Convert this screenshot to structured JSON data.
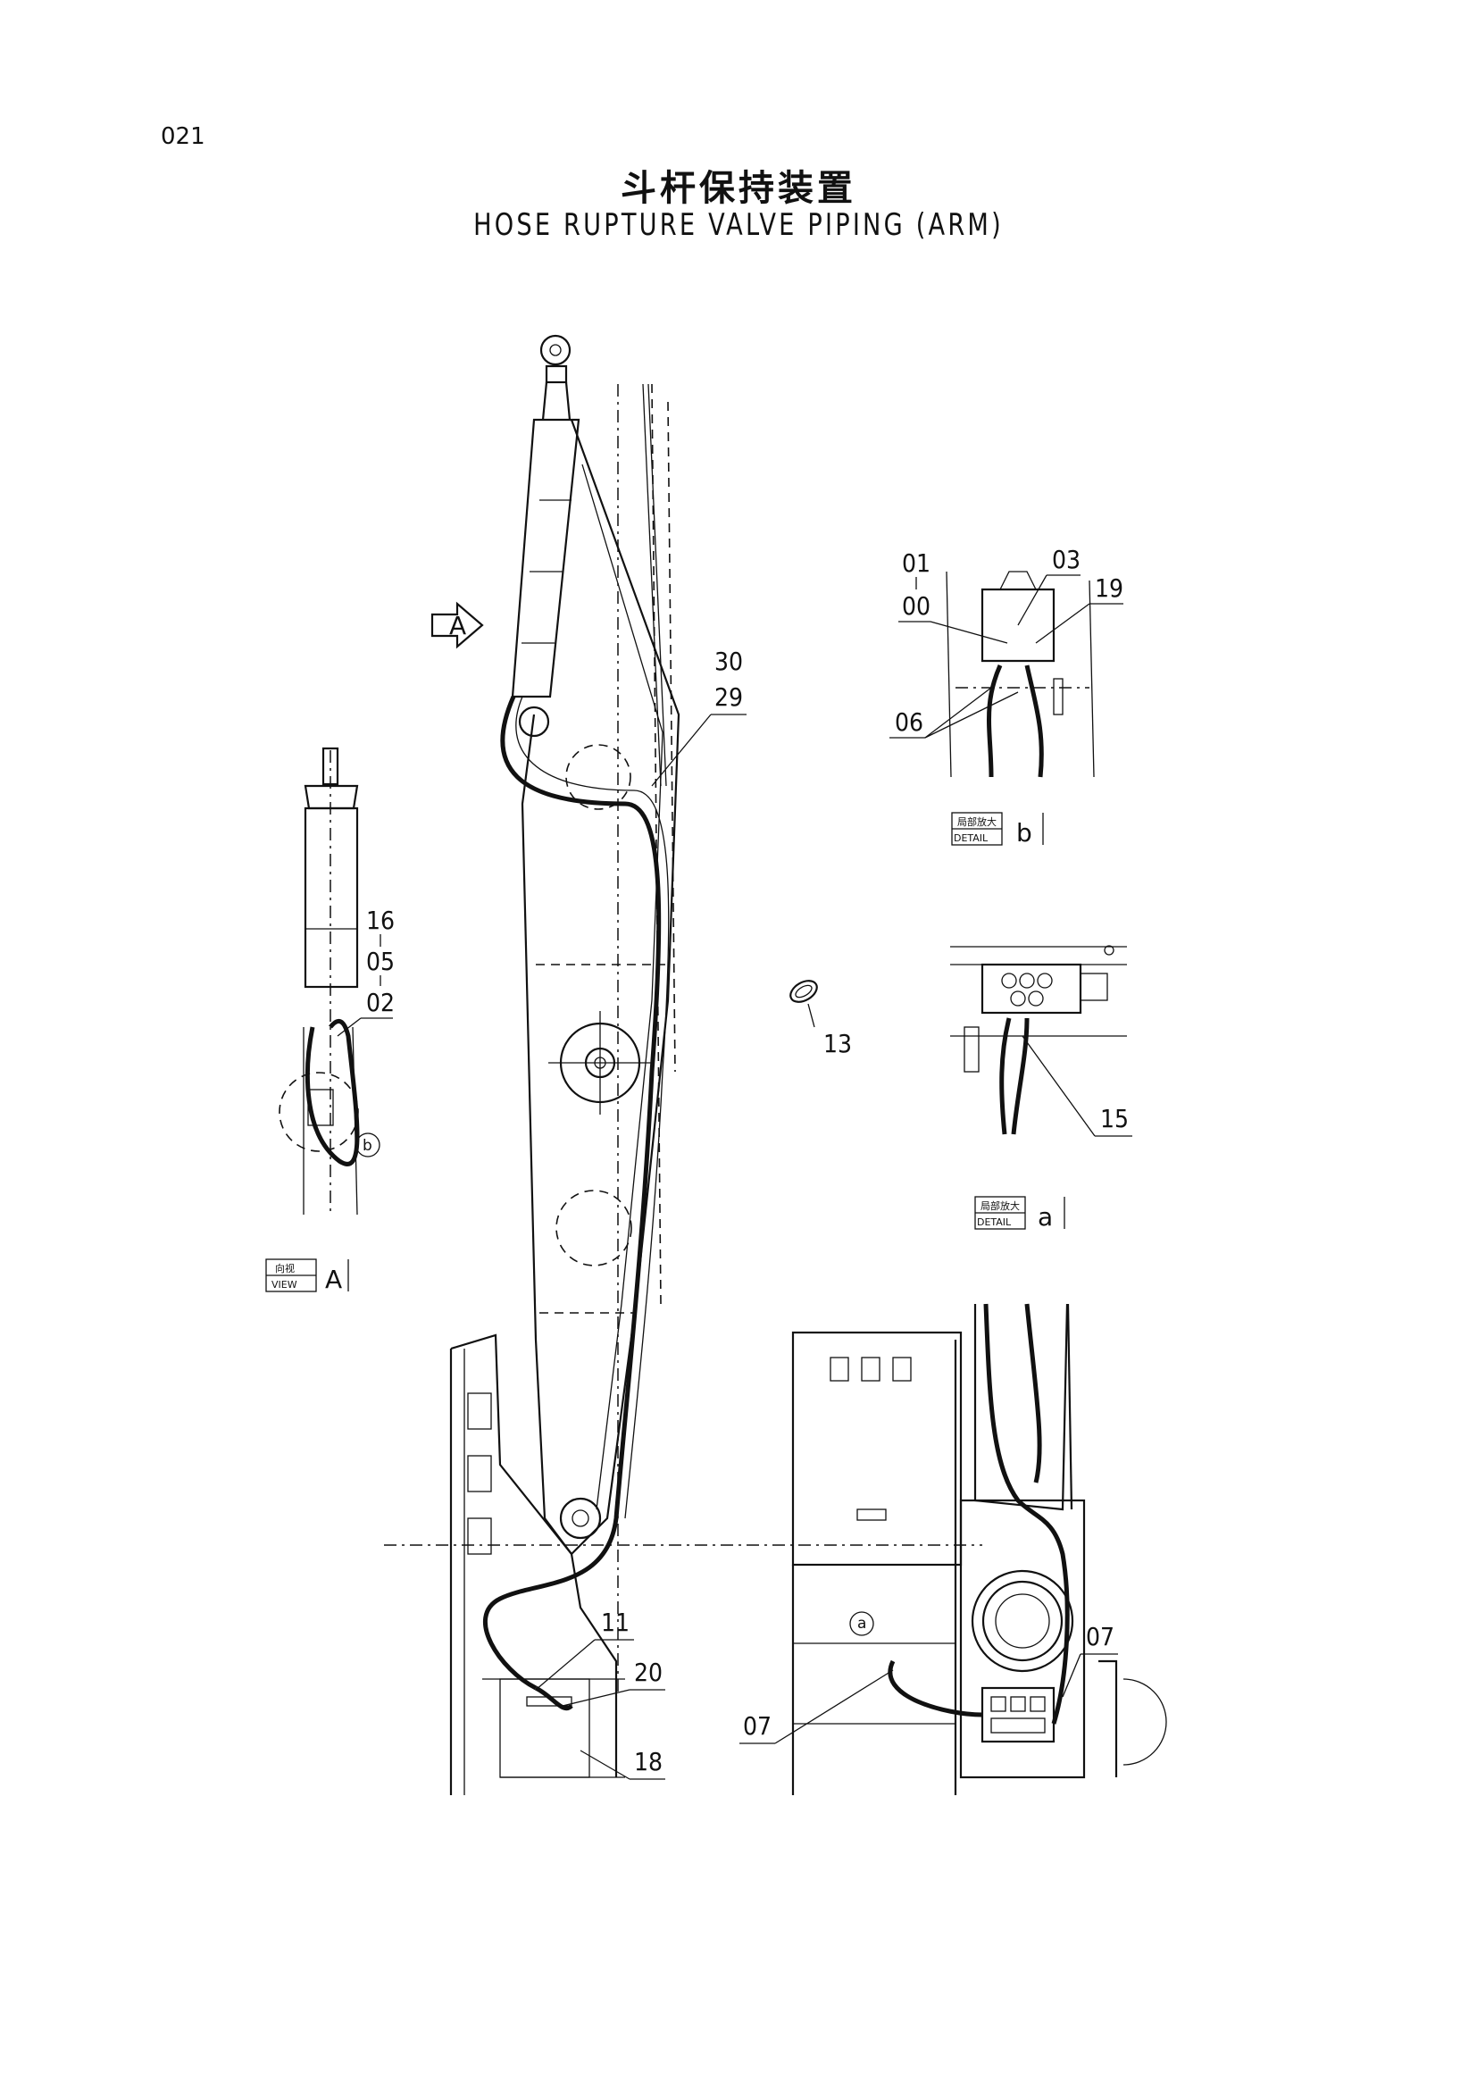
{
  "page_number": "021",
  "title_cn": "斗杆保持装置",
  "title_en": "HOSE RUPTURE VALVE PIPING (ARM)",
  "callouts": {
    "c01": "01",
    "c00": "00",
    "c03": "03",
    "c19": "19",
    "c06": "06",
    "c30": "30",
    "c29": "29",
    "c16": "16",
    "c05": "05",
    "c02": "02",
    "c13": "13",
    "c15": "15",
    "c11": "11",
    "c20": "20",
    "c18": "18",
    "c07a": "07",
    "c07b": "07",
    "circle_b": "b",
    "circle_a": "a"
  },
  "view_arrow": {
    "letter": "A"
  },
  "tags": {
    "detail_b": {
      "top": "局部放大",
      "bottom": "DETAIL",
      "letter": "b"
    },
    "detail_a": {
      "top": "局部放大",
      "bottom": "DETAIL",
      "letter": "a"
    },
    "view_a": {
      "top": "向视",
      "bottom": "VIEW",
      "letter": "A"
    }
  }
}
